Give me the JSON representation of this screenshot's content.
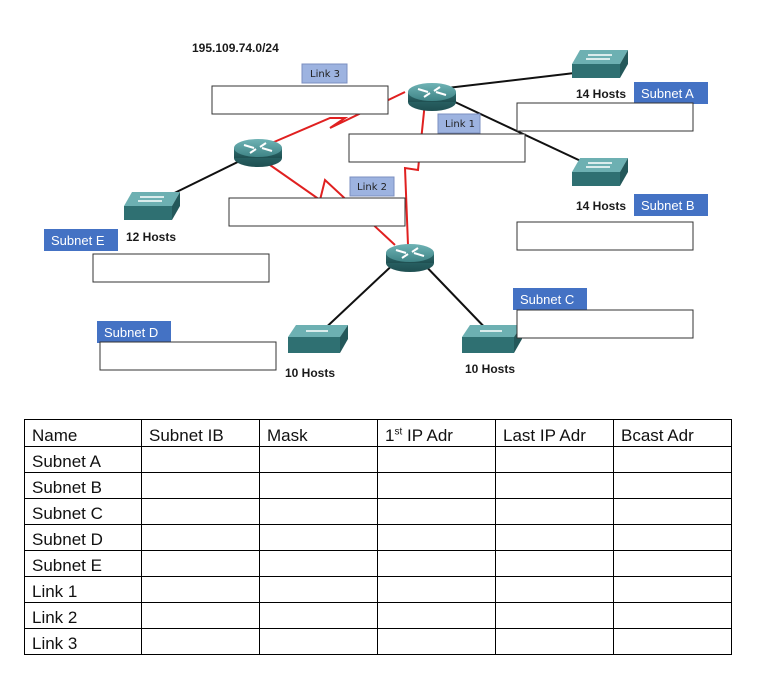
{
  "network": {
    "address": "195.109.74.0/24"
  },
  "links": [
    {
      "name": "Link 1"
    },
    {
      "name": "Link 2"
    },
    {
      "name": "Link 3"
    }
  ],
  "subnets": [
    {
      "name": "Subnet A",
      "hosts": "14 Hosts"
    },
    {
      "name": "Subnet B",
      "hosts": "14 Hosts"
    },
    {
      "name": "Subnet C",
      "hosts": "10 Hosts"
    },
    {
      "name": "Subnet D",
      "hosts": "10 Hosts"
    },
    {
      "name": "Subnet E",
      "hosts": "12 Hosts"
    }
  ],
  "colors": {
    "subnet_label_bg": "#4472c4",
    "link_label_bg": "#9db3e0",
    "wan_link": "#e02020",
    "lan_link": "#111111",
    "device_teal": "#3e8a8c"
  },
  "table": {
    "headers": {
      "name": "Name",
      "subnet": "Subnet IB",
      "mask": "Mask",
      "first_base": "1",
      "first_sup": "st",
      "first_rest": " IP Adr",
      "last": "Last IP Adr",
      "bcast": "Bcast Adr"
    },
    "rows": [
      "Subnet A",
      "Subnet B",
      "Subnet C",
      "Subnet D",
      "Subnet E",
      "Link 1",
      "Link 2",
      "Link 3"
    ]
  }
}
